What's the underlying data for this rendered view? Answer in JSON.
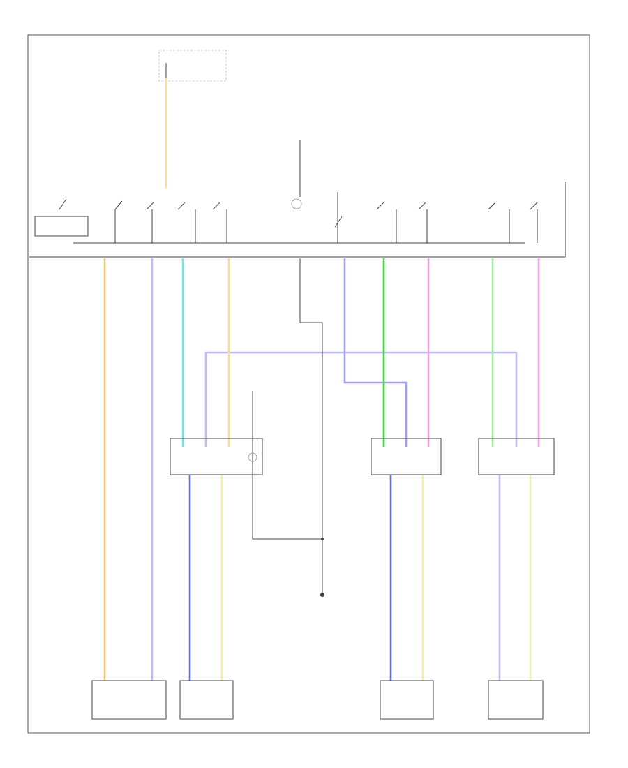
{
  "diagram": {
    "title": "",
    "corner_code": "",
    "footer_code": "",
    "colors": {
      "orange": "#f2c36b",
      "lt_blue": "#6fe6f2",
      "violet": "#9f9ff5",
      "tan": "#f0e08f",
      "dk_blue": "#5a6ee8",
      "green": "#3cd63c",
      "lt_green": "#98f098",
      "pink": "#f59ff0",
      "lt_violet": "#bdbdf5",
      "pale_yellow": "#f2eda8",
      "black": "#555555"
    },
    "components": [
      {
        "id": "fuse-block",
        "label": ""
      },
      {
        "id": "master-switch",
        "label": ""
      },
      {
        "id": "left-front-motor",
        "label": ""
      },
      {
        "id": "right-front-motor",
        "label": ""
      },
      {
        "id": "left-rear-motor",
        "label": ""
      },
      {
        "id": "right-rear-motor",
        "label": ""
      },
      {
        "id": "right-front-door-switch",
        "label": ""
      },
      {
        "id": "left-rear-door-switch",
        "label": ""
      },
      {
        "id": "right-rear-door-switch",
        "label": ""
      },
      {
        "id": "ground",
        "label": ""
      }
    ]
  }
}
